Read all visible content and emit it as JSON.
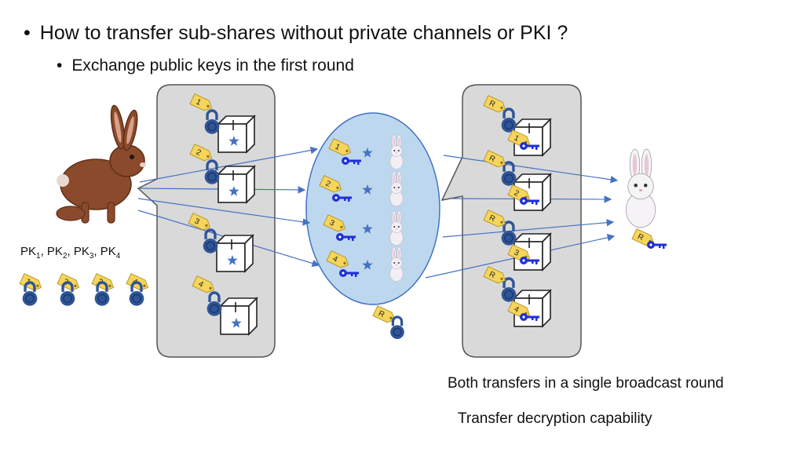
{
  "title": "How to transfer sub-shares without private channels or PKI ?",
  "subtitle": "Exchange public keys in the first round",
  "bullet_glyph": "•",
  "pk_label": {
    "parts": [
      "PK",
      "1",
      ", ",
      "PK",
      "2",
      ", ",
      "PK",
      "3",
      ", ",
      "PK",
      "4"
    ]
  },
  "locks_left": [
    "1",
    "2",
    "3",
    "4"
  ],
  "left_boxes": [
    "1",
    "2",
    "3",
    "4"
  ],
  "middle_keys": [
    "1",
    "2",
    "3",
    "4"
  ],
  "middle_lock": "R",
  "right_boxes": [
    {
      "lock": "R",
      "key": "1"
    },
    {
      "lock": "R",
      "key": "2"
    },
    {
      "lock": "R",
      "key": "3"
    },
    {
      "lock": "R",
      "key": "4"
    }
  ],
  "receiver_key": "R",
  "footer1": "Both transfers in a single broadcast round",
  "footer2": "Transfer decryption capability",
  "colors": {
    "lock": "#2f5597",
    "key": "#1f2fd6",
    "tag": "#f5d55a",
    "cloud": "#bdd7ee",
    "panel": "#d9d9d9",
    "arrow": "#4472c4",
    "star": "#4472c4"
  }
}
